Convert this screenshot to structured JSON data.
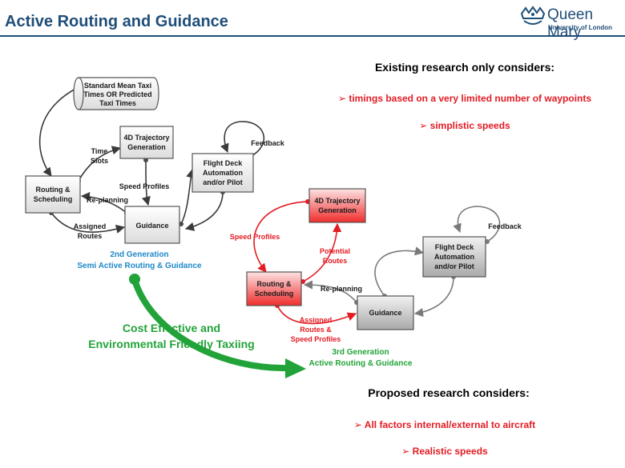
{
  "header": {
    "title": "Active Routing and Guidance",
    "logo_name": "Queen Mary",
    "logo_sub": "University of London"
  },
  "existing": {
    "heading": "Existing research only considers:",
    "points": [
      "timings based on a very limited number of waypoints",
      "simplistic speeds"
    ]
  },
  "proposed": {
    "heading": "Proposed research considers:",
    "points": [
      "All factors internal/external to aircraft",
      "Realistic speeds"
    ]
  },
  "gen2": {
    "nodes": {
      "taxi_times": [
        "Standard Mean Taxi",
        "Times OR Predicted",
        "Taxi Times"
      ],
      "trajectory": [
        "4D Trajectory",
        "Generation"
      ],
      "flight_deck": [
        "Flight Deck",
        "Automation",
        "and/or Pilot"
      ],
      "routing": [
        "Routing &",
        "Scheduling"
      ],
      "guidance": [
        "Guidance"
      ]
    },
    "labels": {
      "time_slots": [
        "Time",
        "Slots"
      ],
      "speed_profiles": "Speed Profiles",
      "replanning": "Re-planning",
      "assigned_routes": [
        "Assigned",
        "Routes"
      ],
      "feedback": "Feedback"
    },
    "caption": [
      "2nd Generation",
      "Semi Active Routing & Guidance"
    ]
  },
  "gen3": {
    "nodes": {
      "trajectory": [
        "4D Trajectory",
        "Generation"
      ],
      "routing": [
        "Routing &",
        "Scheduling"
      ],
      "flight_deck": [
        "Flight Deck",
        "Automation",
        "and/or Pilot"
      ],
      "guidance": [
        "Guidance"
      ]
    },
    "labels": {
      "speed_profiles": "Speed Profiles",
      "potential_routes": [
        "Potential",
        "Routes"
      ],
      "replanning": "Re-planning",
      "assigned": [
        "Assigned",
        "Routes &",
        "Speed Profiles"
      ],
      "feedback": "Feedback"
    },
    "caption": [
      "3rd Generation",
      "Active Routing & Guidance"
    ]
  },
  "transition": [
    "Cost Effective and",
    "Environmental Friendly Taxiing"
  ],
  "colors": {
    "brand": "#1f4e79",
    "highlight": "#e31b23",
    "gen2_caption": "#1e88c7",
    "green": "#22a339"
  }
}
